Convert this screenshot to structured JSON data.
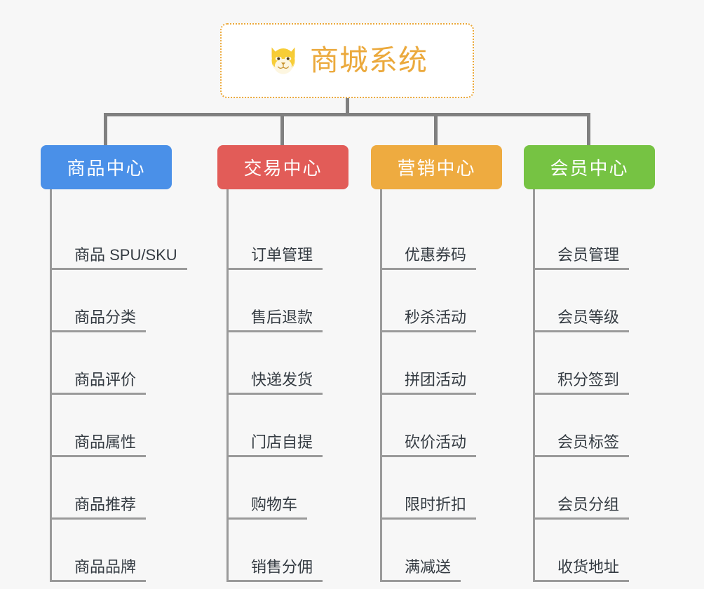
{
  "diagram": {
    "type": "mindmap-tree",
    "background_color": "#f7f7f7",
    "connector_color": "#808080",
    "leaf_rule_color": "#9a9a9a",
    "leaf_text_color": "#343b42",
    "root": {
      "title": "商城系统",
      "icon": "shiba-dog-face-icon",
      "text_color": "#eba93c",
      "border_color": "#eba93c",
      "background": "#ffffff"
    },
    "branches": [
      {
        "label": "商品中心",
        "color": "#4a90e8",
        "items": [
          "商品 SPU/SKU",
          "商品分类",
          "商品评价",
          "商品属性",
          "商品推荐",
          "商品品牌"
        ]
      },
      {
        "label": "交易中心",
        "color": "#e25c58",
        "items": [
          "订单管理",
          "售后退款",
          "快递发货",
          "门店自提",
          "购物车",
          "销售分佣"
        ]
      },
      {
        "label": "营销中心",
        "color": "#eeab40",
        "items": [
          "优惠券码",
          "秒杀活动",
          "拼团活动",
          "砍价活动",
          "限时折扣",
          "满减送"
        ]
      },
      {
        "label": "会员中心",
        "color": "#76c343",
        "items": [
          "会员管理",
          "会员等级",
          "积分签到",
          "会员标签",
          "会员分组",
          "收货地址"
        ]
      }
    ]
  }
}
